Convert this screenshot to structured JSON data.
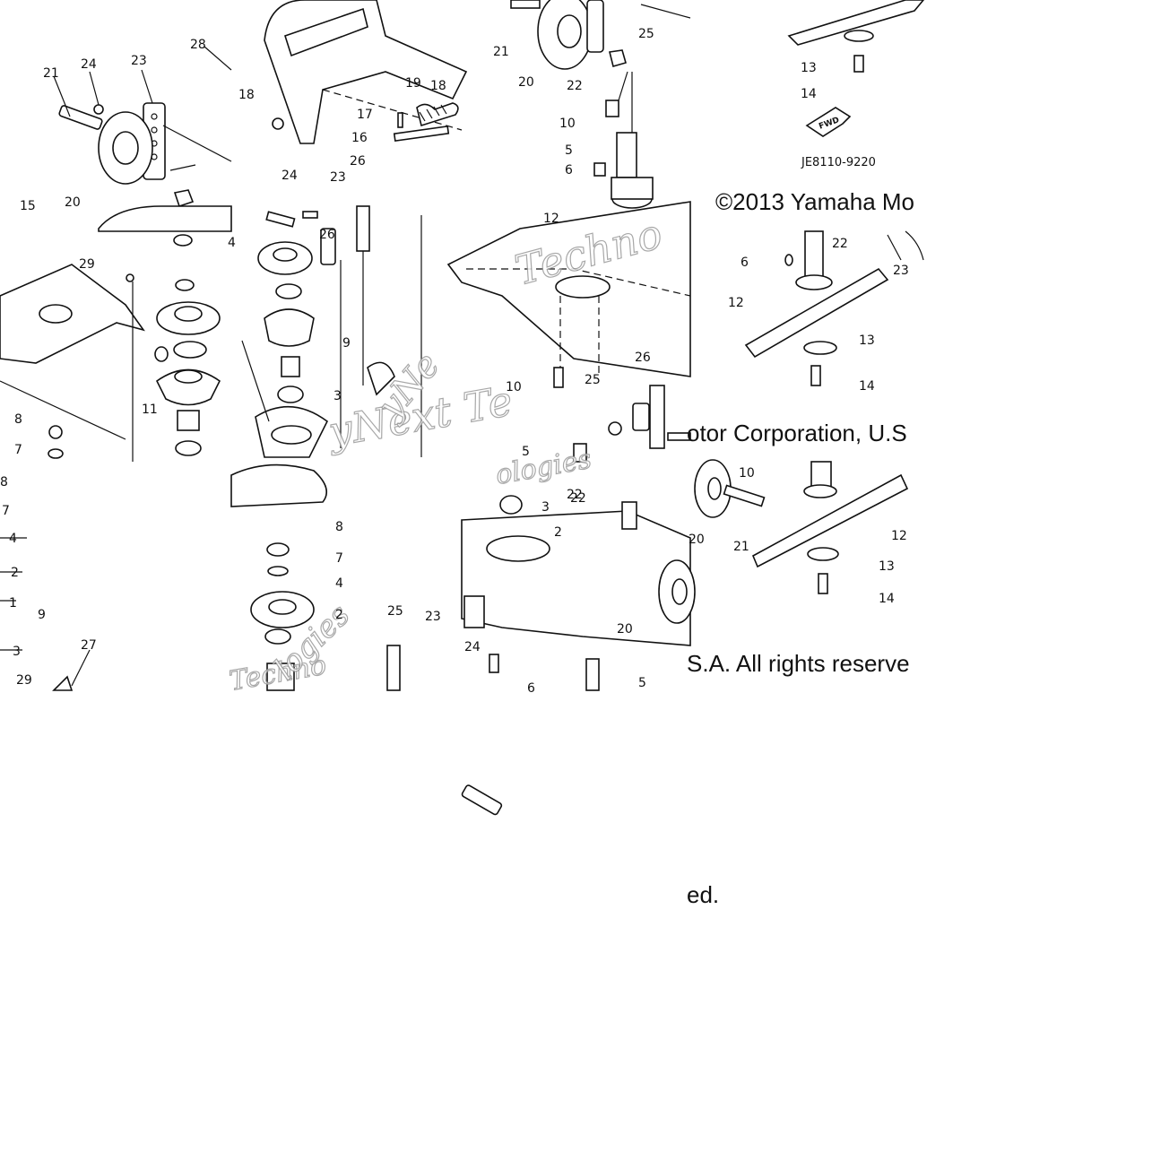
{
  "diagram": {
    "labels": [
      {
        "id": "l1",
        "text": "21"
      },
      {
        "id": "l2",
        "text": "24"
      },
      {
        "id": "l3",
        "text": "23"
      },
      {
        "id": "l4",
        "text": "28"
      },
      {
        "id": "l5",
        "text": "20"
      },
      {
        "id": "l6",
        "text": "15"
      },
      {
        "id": "l7",
        "text": "18"
      },
      {
        "id": "l8",
        "text": "17"
      },
      {
        "id": "l9",
        "text": "19"
      },
      {
        "id": "l10",
        "text": "18"
      },
      {
        "id": "l11",
        "text": "16"
      },
      {
        "id": "l12",
        "text": "21"
      },
      {
        "id": "l13",
        "text": "25"
      },
      {
        "id": "l14",
        "text": "20"
      },
      {
        "id": "l15",
        "text": "22"
      },
      {
        "id": "l16",
        "text": "10"
      },
      {
        "id": "l17",
        "text": "5"
      },
      {
        "id": "l18",
        "text": "6"
      },
      {
        "id": "l19",
        "text": "13"
      },
      {
        "id": "l20",
        "text": "14"
      },
      {
        "id": "l21",
        "text": "29"
      },
      {
        "id": "l22",
        "text": "24"
      },
      {
        "id": "l23",
        "text": "23"
      },
      {
        "id": "l24",
        "text": "26"
      },
      {
        "id": "l25",
        "text": "26"
      },
      {
        "id": "l26",
        "text": "12"
      },
      {
        "id": "l27",
        "text": "6"
      },
      {
        "id": "l28",
        "text": "22"
      },
      {
        "id": "l29",
        "text": "23"
      },
      {
        "id": "l30",
        "text": "12"
      },
      {
        "id": "l31",
        "text": "13"
      },
      {
        "id": "l32",
        "text": "14"
      },
      {
        "id": "l33",
        "text": "4"
      },
      {
        "id": "l34",
        "text": "11"
      },
      {
        "id": "l35",
        "text": "9"
      },
      {
        "id": "l36",
        "text": "3"
      },
      {
        "id": "l37",
        "text": "10"
      },
      {
        "id": "l38",
        "text": "25"
      },
      {
        "id": "l39",
        "text": "26"
      },
      {
        "id": "l40",
        "text": "5"
      },
      {
        "id": "l41",
        "text": "22"
      },
      {
        "id": "l42",
        "text": "8"
      },
      {
        "id": "l43",
        "text": "7"
      },
      {
        "id": "l44",
        "text": "8"
      },
      {
        "id": "l45",
        "text": "7"
      },
      {
        "id": "l46",
        "text": "4"
      },
      {
        "id": "l47",
        "text": "2"
      },
      {
        "id": "l48",
        "text": "1"
      },
      {
        "id": "l49",
        "text": "9"
      },
      {
        "id": "l50",
        "text": "3"
      },
      {
        "id": "l51",
        "text": "27"
      },
      {
        "id": "l52",
        "text": "29"
      },
      {
        "id": "l53",
        "text": "8"
      },
      {
        "id": "l54",
        "text": "7"
      },
      {
        "id": "l55",
        "text": "4"
      },
      {
        "id": "l56",
        "text": "2"
      },
      {
        "id": "l57",
        "text": "25"
      },
      {
        "id": "l58",
        "text": "23"
      },
      {
        "id": "l59",
        "text": "3"
      },
      {
        "id": "l60",
        "text": "2"
      },
      {
        "id": "l61",
        "text": "20"
      },
      {
        "id": "l62",
        "text": "24"
      },
      {
        "id": "l63",
        "text": "6"
      },
      {
        "id": "l64",
        "text": "5"
      },
      {
        "id": "l65",
        "text": "20"
      },
      {
        "id": "l66",
        "text": "21"
      },
      {
        "id": "l67",
        "text": "12"
      },
      {
        "id": "l68",
        "text": "13"
      },
      {
        "id": "l69",
        "text": "14"
      },
      {
        "id": "l70",
        "text": "10"
      },
      {
        "id": "l71",
        "text": "22"
      }
    ],
    "fwd_label": "FWD",
    "part_code": "JE8110-9220",
    "copyright_segments": [
      {
        "id": "c1",
        "text": "©2013 Yamaha Mo"
      },
      {
        "id": "c2",
        "text": "otor Corporation, U.S"
      },
      {
        "id": "c3",
        "text": "S.A. All rights reserve"
      },
      {
        "id": "c4",
        "text": "ed."
      }
    ],
    "watermark_segments": [
      {
        "id": "w1",
        "text": "Techno"
      },
      {
        "id": "w2",
        "text": "yNext Te"
      },
      {
        "id": "w3",
        "text": "ologies"
      },
      {
        "id": "w4",
        "text": "Techno"
      },
      {
        "id": "w5",
        "text": "logies"
      },
      {
        "id": "w6",
        "text": "yNe"
      }
    ]
  }
}
